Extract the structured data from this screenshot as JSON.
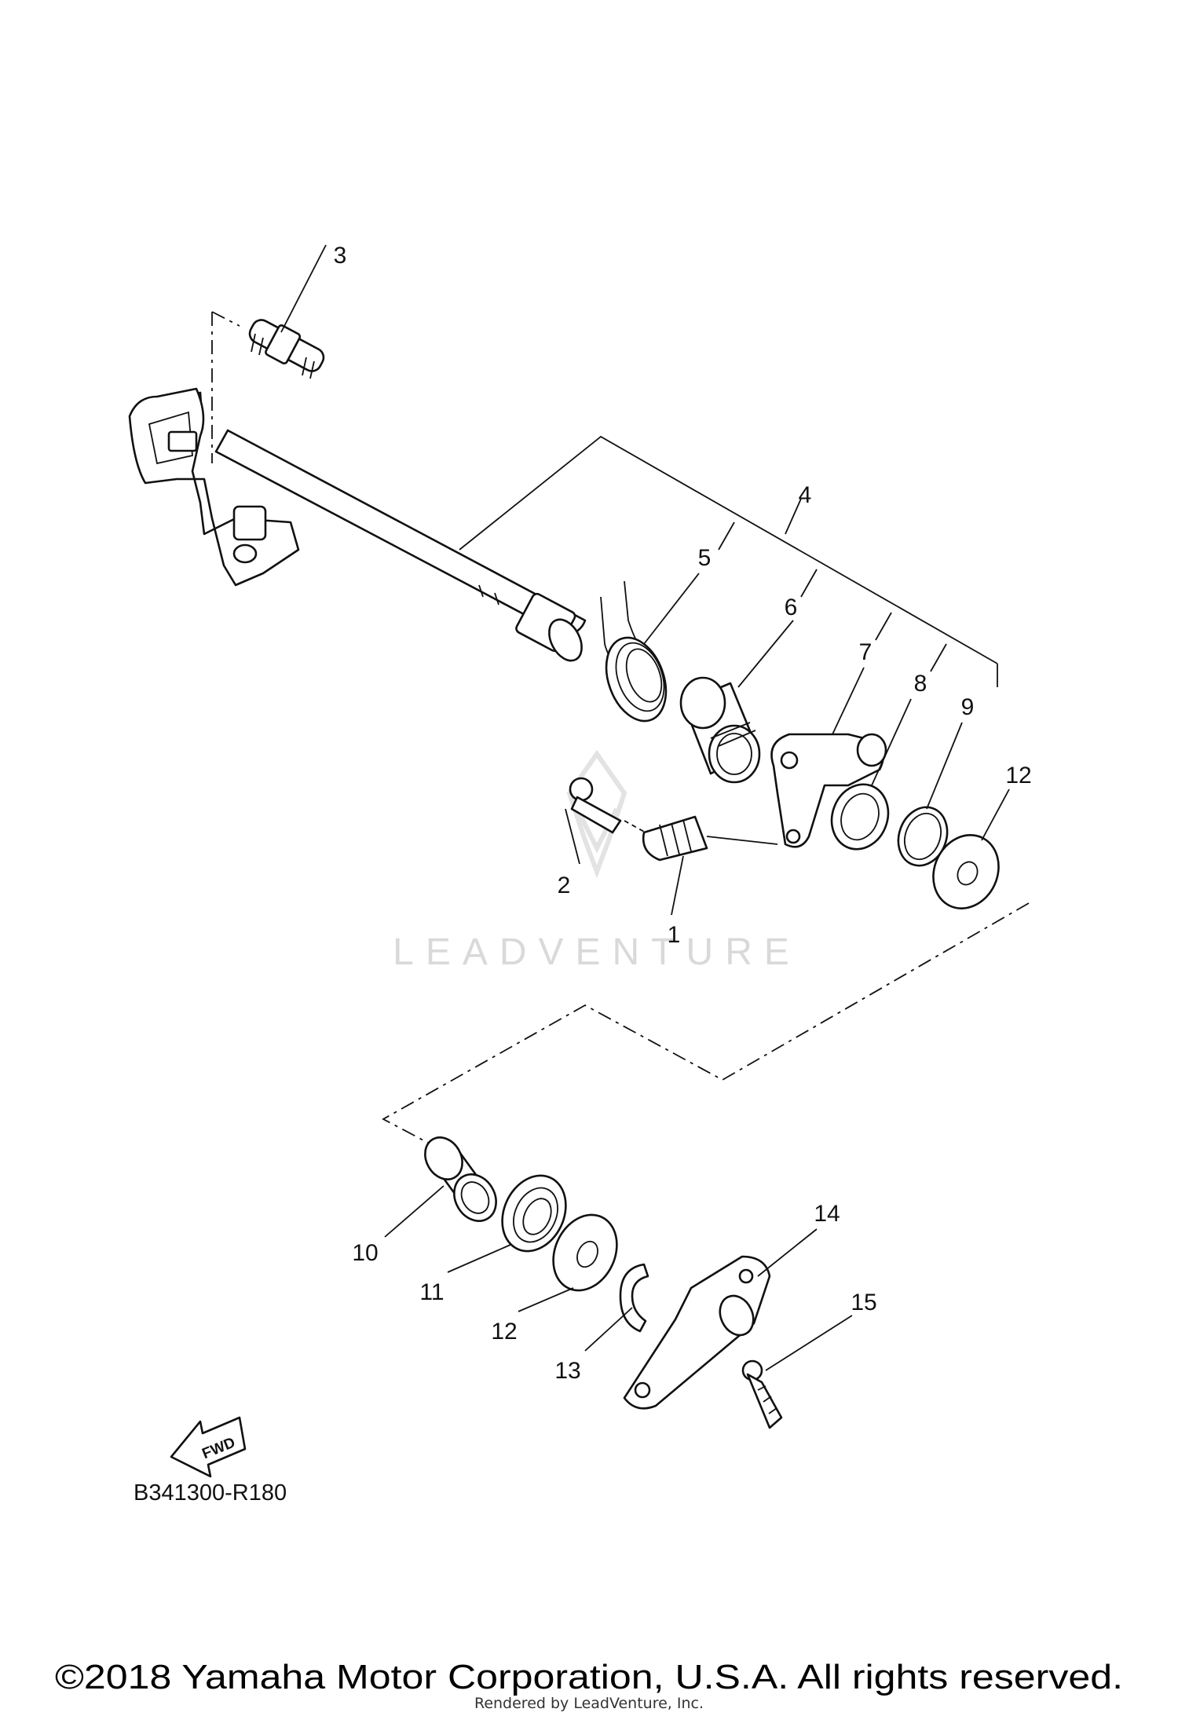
{
  "diagram": {
    "callouts": [
      "1",
      "2",
      "3",
      "4",
      "5",
      "6",
      "7",
      "8",
      "9",
      "10",
      "11",
      "12",
      "12",
      "13",
      "14",
      "15"
    ],
    "diagram_code": "B341300-R180",
    "forward_marker": "FWD",
    "watermark": "LEADVENTURE",
    "copyright": "©2018 Yamaha Motor Corporation, U.S.A. All rights reserved.",
    "rendered_by": "Rendered by LeadVenture, Inc."
  }
}
